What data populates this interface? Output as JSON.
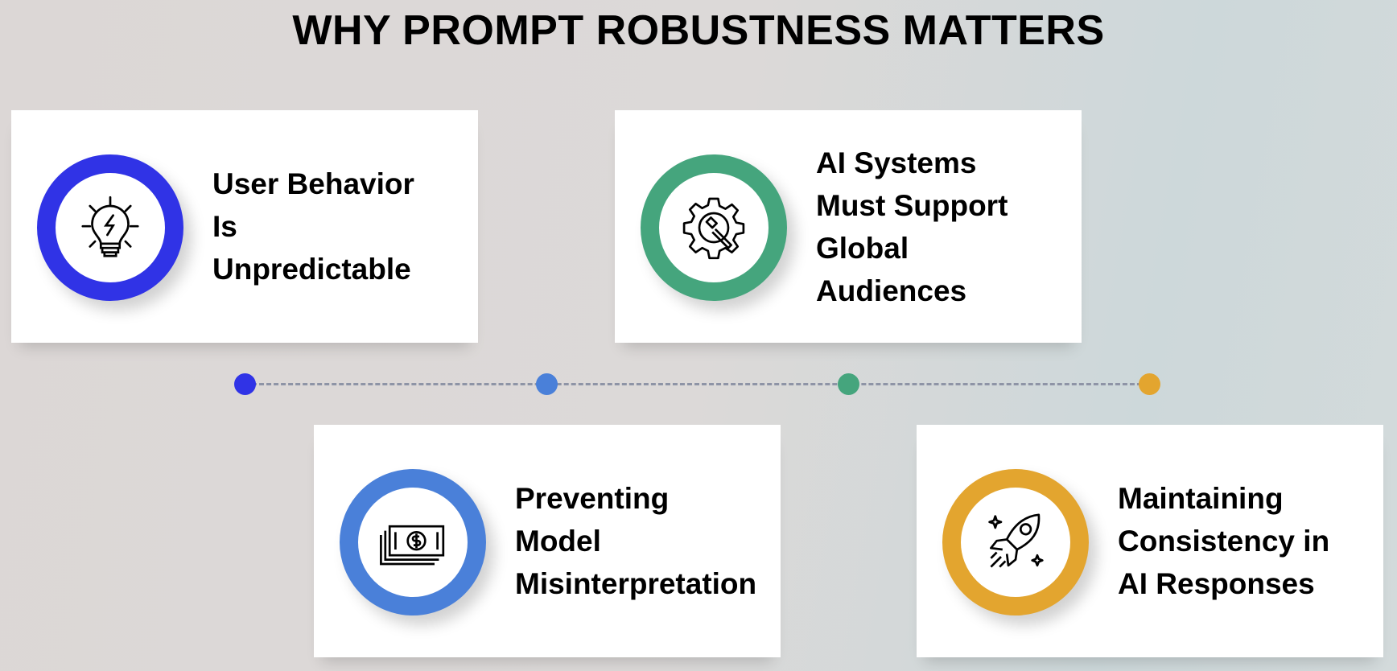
{
  "title": "WHY PROMPT ROBUSTNESS MATTERS",
  "cards": [
    {
      "label": "User Behavior\nIs\nUnpredictable",
      "icon": "lightbulb-icon",
      "color": "#3033e6"
    },
    {
      "label": "AI Systems\nMust Support\nGlobal\nAudiences",
      "icon": "gear-wrench-icon",
      "color": "#45a57d"
    },
    {
      "label": "Preventing\nModel\nMisinterpretation",
      "icon": "money-bill-icon",
      "color": "#4a80d9"
    },
    {
      "label": "Maintaining\nConsistency in\nAI Responses",
      "icon": "rocket-icon",
      "color": "#e3a52f"
    }
  ]
}
